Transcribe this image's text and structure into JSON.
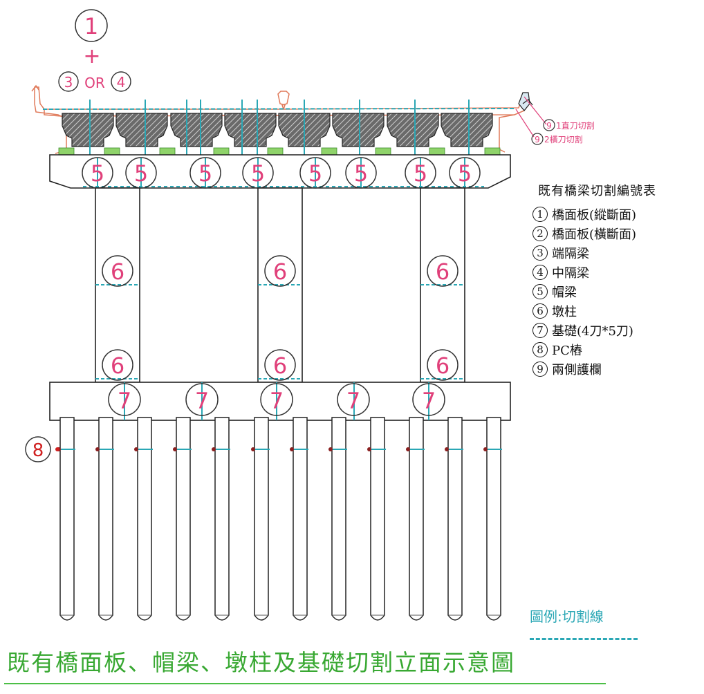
{
  "top_note": {
    "num1": "1",
    "plus": "+",
    "num3": "3",
    "or": "OR",
    "num4": "4"
  },
  "railing_labels": [
    {
      "num": "9",
      "text": "1直刀切割"
    },
    {
      "num": "9",
      "text": "2橫刀切割"
    }
  ],
  "cap_beam_label": "5",
  "pier_label": "6",
  "footing_label": "7",
  "pile_label": "8",
  "legend": {
    "title": "既有橋梁切割編號表",
    "items": [
      {
        "num": "1",
        "text": "橋面板(縱斷面)"
      },
      {
        "num": "2",
        "text": "橋面板(橫斷面)"
      },
      {
        "num": "3",
        "text": "端隔梁"
      },
      {
        "num": "4",
        "text": "中隔梁"
      },
      {
        "num": "5",
        "text": "帽梁"
      },
      {
        "num": "6",
        "text": "墩柱"
      },
      {
        "num": "7",
        "text": "基礎(4刀*5刀)"
      },
      {
        "num": "8",
        "text": "PC樁"
      },
      {
        "num": "9",
        "text": "兩側護欄"
      }
    ]
  },
  "key": {
    "label": "圖例:切割線"
  },
  "caption": "既有橋面板、帽梁、墩柱及基礎切割立面示意圖",
  "colors": {
    "outline": "#222222",
    "deck": "#e07a5a",
    "girder_fill": "#555555",
    "bearing": "#8fd36a",
    "cut_line": "#2aa7b5",
    "label_pink": "#e0407a",
    "label_red": "#d02020",
    "caption_green": "#38a832"
  }
}
